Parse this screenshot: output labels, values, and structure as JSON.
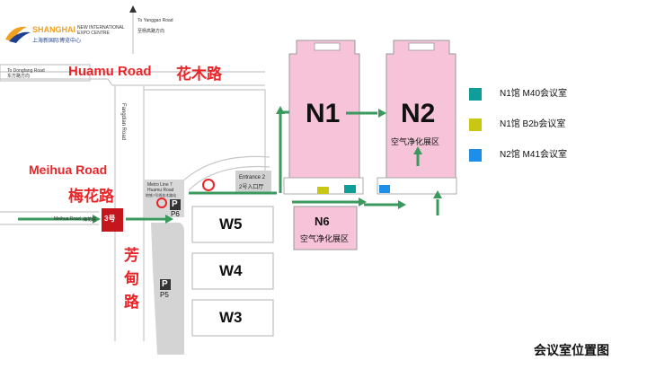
{
  "logo": {
    "brand": "SHANGHAI",
    "sub_en_1": "NEW INTERNATIONAL",
    "sub_en_2": "EXPO CENTRE",
    "sub_cn": "上海新国际博览中心"
  },
  "signs": {
    "north_en": "To Yanggao Road",
    "north_cn": "至杨高路方向",
    "dongfang_en": "To Dongfang Road",
    "dongfang_cn": "东方路方向",
    "meihua_en": "Meihua Road",
    "meihua_cn": "梅花路",
    "metro_en_1": "Metro Line 7",
    "metro_en_2": "Huamu Road",
    "metro_cn": "地铁7号线花木路站",
    "entrance_en": "Entrance 2",
    "entrance_cn": "2号入口厅",
    "fangdian_road": "Fangdian Road",
    "gate_label": "3号"
  },
  "roads": {
    "huamu_en": "Huamu Road",
    "huamu_cn": "花木路",
    "meihua_en": "Meihua Road",
    "meihua_cn": "梅花路",
    "fangdian_cn": "芳甸路"
  },
  "halls": {
    "n1": "N1",
    "n2": "N2",
    "n2_sub": "空气净化展区",
    "n6": "N6",
    "n6_sub": "空气净化展区",
    "w5": "W5",
    "w4": "W4",
    "w3": "W3"
  },
  "parking": {
    "p5": "P5",
    "p6": "P6",
    "letter": "P"
  },
  "legend": [
    {
      "color": "#0f9d9a",
      "label": "N1馆 M40会议室"
    },
    {
      "color": "#c8c814",
      "label": "N1馆 B2b会议室"
    },
    {
      "color": "#1e8fe8",
      "label": "N2馆 M41会议室"
    }
  ],
  "map_title": "会议室位置图",
  "colors": {
    "hall_fill": "#f7c3d8",
    "road": "#cfcfcf",
    "arrow": "#3a9a5e",
    "red": "#e8262a",
    "metro": "#e8262a"
  }
}
